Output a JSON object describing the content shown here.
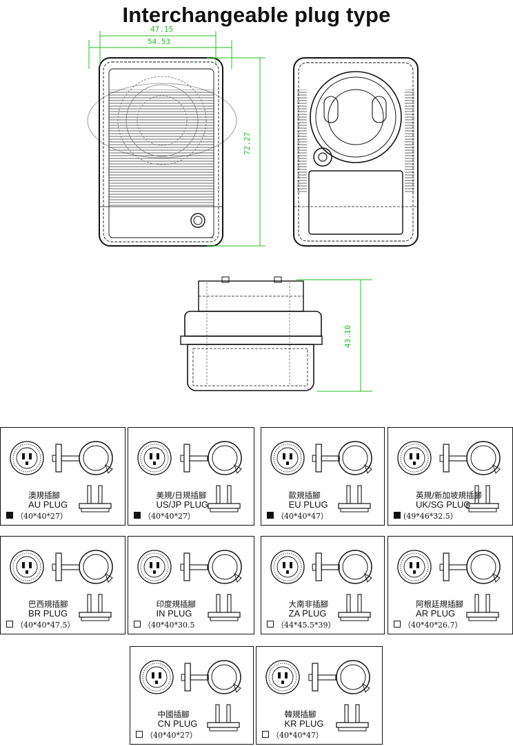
{
  "title": "Interchangeable plug type",
  "dimensions": {
    "width_inner": "47.15",
    "width_outer": "54.53",
    "height": "72.27",
    "depth": "43.10"
  },
  "plugs": [
    {
      "cn": "澳規插腳",
      "en": "AU PLUG",
      "size": "（40*40*27）",
      "checked": true
    },
    {
      "cn": "美規/日規插腳",
      "en": "US/JP PLUG",
      "size": "（40*40*27）",
      "checked": true
    },
    {
      "cn": "歐規插腳",
      "en": "EU PLUG",
      "size": "（40*40*47）",
      "checked": true
    },
    {
      "cn": "英規/新加坡規插腳",
      "en": "UK/SG PLUG",
      "size": "(49*46*32.5）",
      "checked": true
    },
    {
      "cn": "巴西規插腳",
      "en": "BR PLUG",
      "size": "（40*40*47.5）",
      "checked": false
    },
    {
      "cn": "印度規插腳",
      "en": "IN PLUG",
      "size": "（40*40*30.5",
      "checked": false
    },
    {
      "cn": "大南非插腳",
      "en": "ZA PLUG",
      "size": "（44*45.5*39）",
      "checked": false
    },
    {
      "cn": "阿根廷規插腳",
      "en": "AR PLUG",
      "size": "（40*40*26.7）",
      "checked": false
    },
    {
      "cn": "中國插腳",
      "en": "CN PLUG",
      "size": "（40*40*27）",
      "checked": false
    },
    {
      "cn": "韓規插腳",
      "en": "KR PLUG",
      "size": "（40*40*47）",
      "checked": false
    }
  ],
  "colors": {
    "dimension_line": "#1fc11f",
    "outline": "#111111"
  }
}
